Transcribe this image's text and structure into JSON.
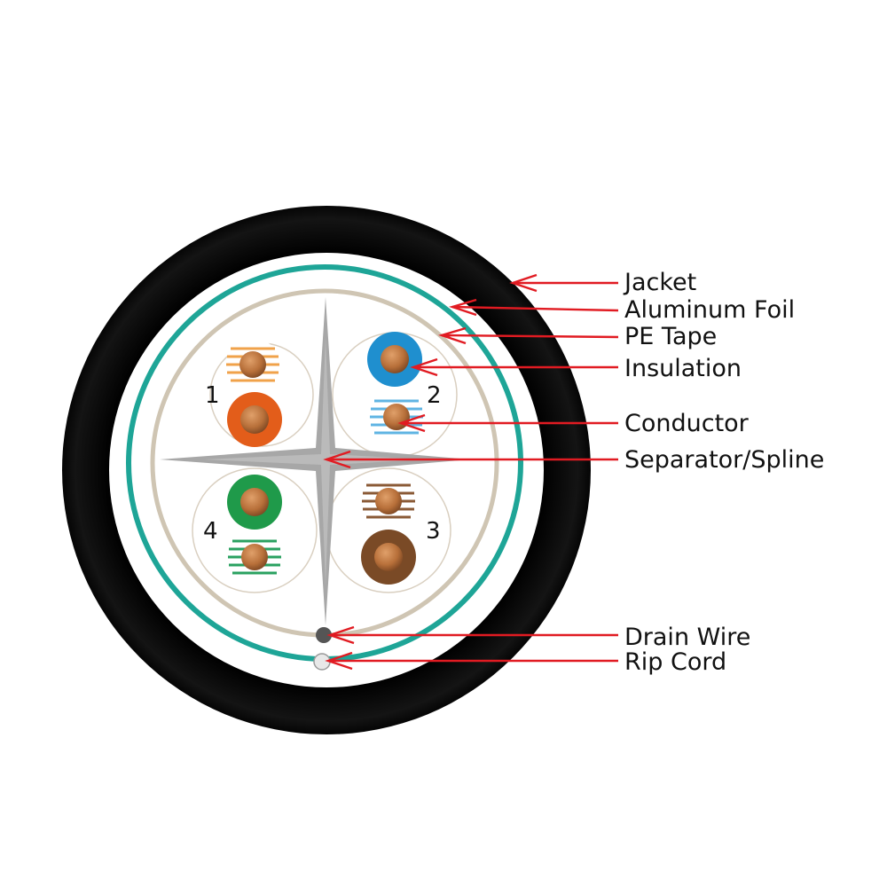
{
  "labels": {
    "jacket": "Jacket",
    "aluminum_foil": "Aluminum Foil",
    "pe_tape": "PE Tape",
    "insulation": "Insulation",
    "conductor": "Conductor",
    "separator": "Separator/Spline",
    "drain_wire": "Drain Wire",
    "rip_cord": "Rip Cord"
  },
  "pairs": [
    {
      "number": "1",
      "solid_color": "#e35d1a",
      "stripe_color": "#f0a24a"
    },
    {
      "number": "2",
      "solid_color": "#1f8fcf",
      "stripe_color": "#5fb4e3"
    },
    {
      "number": "3",
      "solid_color": "#7a4a26",
      "stripe_color": "#8a5a36"
    },
    {
      "number": "4",
      "solid_color": "#1f9a4a",
      "stripe_color": "#2aa160"
    }
  ],
  "colors": {
    "jacket": "#0c0c0c",
    "aluminum_foil": "#1ea597",
    "pe_tape": "#cfc5b3",
    "separator": "#a7a7a7",
    "conductor": "#b8703a",
    "callout": "#e11b22"
  },
  "icons": {
    "drain_wire": "drain-wire-dot",
    "rip_cord": "rip-cord-dot"
  }
}
